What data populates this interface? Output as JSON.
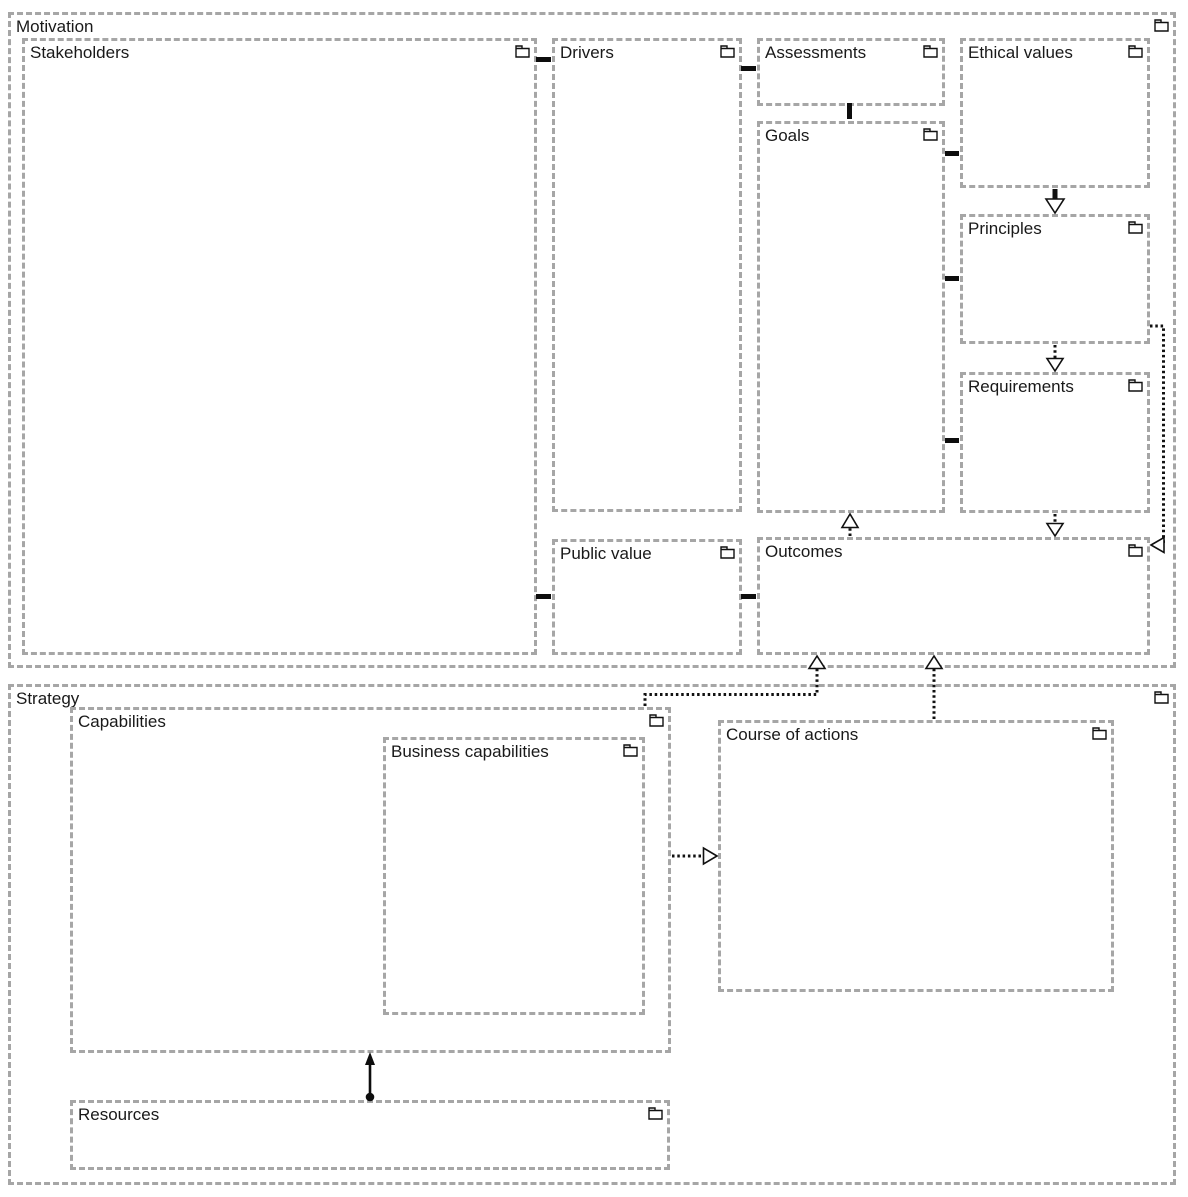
{
  "labels": {
    "motivation": "Motivation",
    "stakeholders": "Stakeholders",
    "drivers": "Drivers",
    "assessments": "Assessments",
    "goals": "Goals",
    "ethical_values": "Ethical values",
    "principles": "Principles",
    "requirements": "Requirements",
    "public_value": "Public value",
    "outcomes": "Outcomes",
    "strategy": "Strategy",
    "capabilities": "Capabilities",
    "business_capabilities": "Business capabilities",
    "course_of_actions": "Course of actions",
    "resources": "Resources"
  },
  "groups": [
    {
      "id": "motivation",
      "label": "Motivation",
      "nodes": [
        "stakeholders",
        "drivers",
        "assessments",
        "goals",
        "ethical_values",
        "principles",
        "requirements",
        "public_value",
        "outcomes"
      ]
    },
    {
      "id": "strategy",
      "label": "Strategy",
      "nodes": [
        "capabilities",
        "business_capabilities",
        "course_of_actions",
        "resources"
      ]
    }
  ],
  "relationships": [
    {
      "source": "stakeholders",
      "target": "drivers",
      "type": "link-stub"
    },
    {
      "source": "drivers",
      "target": "assessments",
      "type": "link-stub"
    },
    {
      "source": "assessments",
      "target": "goals",
      "type": "link-stub"
    },
    {
      "source": "goals",
      "target": "ethical_values",
      "type": "link-stub"
    },
    {
      "source": "goals",
      "target": "principles",
      "type": "link-stub"
    },
    {
      "source": "goals",
      "target": "requirements",
      "type": "link-stub"
    },
    {
      "source": "stakeholders",
      "target": "public_value",
      "type": "link-stub"
    },
    {
      "source": "public_value",
      "target": "outcomes",
      "type": "link-stub"
    },
    {
      "source": "ethical_values",
      "target": "principles",
      "type": "solid-hollow-arrow"
    },
    {
      "source": "principles",
      "target": "requirements",
      "type": "dotted-hollow-arrow"
    },
    {
      "source": "requirements",
      "target": "outcomes",
      "type": "dotted-hollow-arrow"
    },
    {
      "source": "outcomes",
      "target": "goals",
      "type": "dotted-hollow-arrow"
    },
    {
      "source": "principles",
      "target": "outcomes",
      "type": "dotted-hollow-arrow"
    },
    {
      "source": "capabilities",
      "target": "outcomes",
      "type": "dotted-hollow-arrow"
    },
    {
      "source": "course_of_actions",
      "target": "outcomes",
      "type": "dotted-hollow-arrow"
    },
    {
      "source": "capabilities",
      "target": "course_of_actions",
      "type": "dotted-hollow-arrow"
    },
    {
      "source": "resources",
      "target": "capabilities",
      "type": "ball-and-arrow"
    }
  ],
  "icons": {
    "node_badge": "folder-icon"
  },
  "colors": {
    "background": "#ffffff",
    "box_border": "#a6a6a6",
    "text": "#1a1a1a",
    "edge": "#111111"
  }
}
